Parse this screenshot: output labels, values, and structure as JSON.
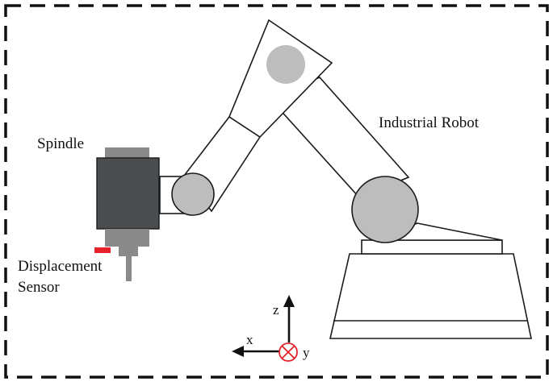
{
  "labels": {
    "spindle": "Spindle",
    "robot": "Industrial Robot",
    "sensor_line1": "Displacement",
    "sensor_line2": "Sensor"
  },
  "axes": {
    "x": "x",
    "y": "y",
    "z": "z"
  },
  "colors": {
    "outline": "#1a1a1a",
    "joint": "#bdbdbd",
    "spindle_body": "#4a4d4f",
    "spindle_parts": "#8a8a8a",
    "sensor": "#e8222a",
    "frame": "#111111"
  }
}
